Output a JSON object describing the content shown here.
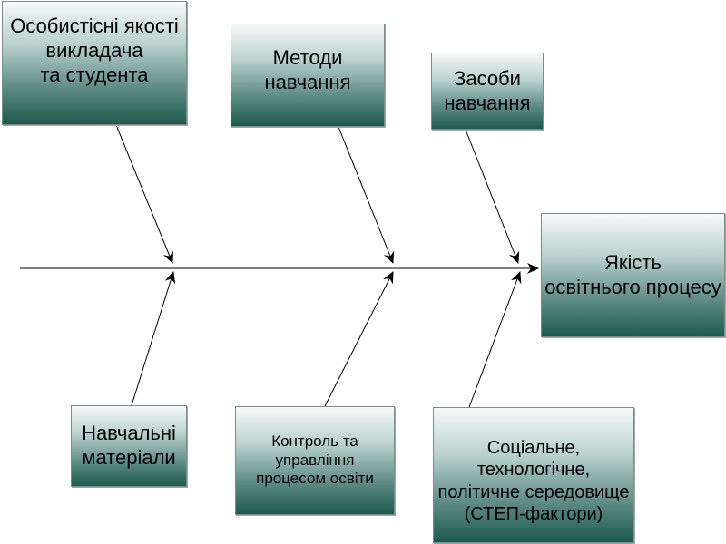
{
  "causes_top": [
    {
      "label": "Особистісні якості\nвикладача\nта студента"
    },
    {
      "label": "Методи\nнавчання"
    },
    {
      "label": "Засоби\nнавчання"
    }
  ],
  "causes_bottom": [
    {
      "label": "Навчальні\nматеріали"
    },
    {
      "label": "Контроль та\nуправління\nпроцесом освіти"
    },
    {
      "label": "Соціальне, технологічне,\nполітичне середовище\n(СТЕП-фактори)"
    }
  ],
  "effect": {
    "label": "Якість\nосвітнього процесу"
  },
  "colors": {
    "box_dark": "#1e5a4f",
    "box_light": "#f5faf9",
    "line": "#000000"
  }
}
